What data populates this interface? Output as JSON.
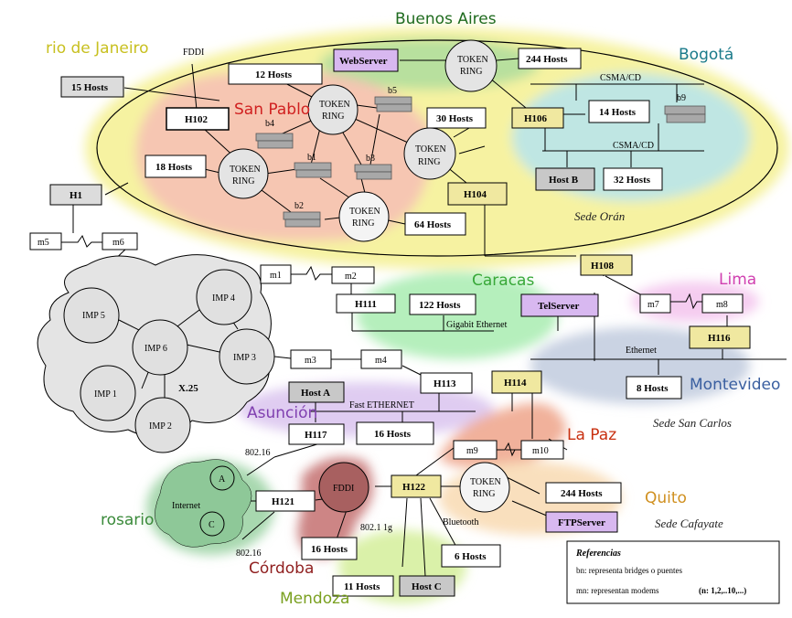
{
  "regions": {
    "buenos_aires": "Buenos Aires",
    "rio": "rio de Janeiro",
    "san_pablo": "San Pablo",
    "bogota": "Bogotá",
    "caracas": "Caracas",
    "lima": "Lima",
    "montevideo": "Montevideo",
    "asuncion": "Asunción",
    "la_paz": "La Paz",
    "quito": "Quito",
    "rosario": "rosario",
    "cordoba": "Córdoba",
    "mendoza": "Mendoza"
  },
  "sedes": {
    "oran": "Sede Orán",
    "san_carlos": "Sede San Carlos",
    "cafayate": "Sede Cafayate"
  },
  "rings": {
    "token_top": "TOKEN RING",
    "token_sp1": "TOKEN RING",
    "token_sp2": "TOKEN RING",
    "token_sp3": "TOKEN RING",
    "token_sp4": "TOKEN RING",
    "token_quito": "TOKEN RING",
    "fddi_cordoba": "FDDI"
  },
  "hosts": {
    "webserver": "WebServer",
    "h244_top": "244 Hosts",
    "h15": "15 Hosts",
    "h12": "12 Hosts",
    "h102": "H102",
    "h30": "30 Hosts",
    "h106": "H106",
    "h14": "14 Hosts",
    "h18": "18 Hosts",
    "hostb": "Host B",
    "h32": "32 Hosts",
    "h104": "H104",
    "h64": "64 Hosts",
    "h1": "H1",
    "h108": "H108",
    "h122_caracas": "122 Hosts",
    "telserver": "TelServer",
    "h111": "H111",
    "h116": "H116",
    "h113": "H113",
    "h114": "H114",
    "h8": "8 Hosts",
    "hosta": "Host A",
    "h117": "H117",
    "h16_fast": "16 Hosts",
    "h121": "H121",
    "h122": "H122",
    "h244_quito": "244 Hosts",
    "ftpserver": "FTPServer",
    "h16_cordoba": "16 Hosts",
    "h6": "6 Hosts",
    "h11": "11 Hosts",
    "hostc": "Host C"
  },
  "modems": {
    "m1": "m1",
    "m2": "m2",
    "m3": "m3",
    "m4": "m4",
    "m5": "m5",
    "m6": "m6",
    "m7": "m7",
    "m8": "m8",
    "m9": "m9",
    "m10": "m10"
  },
  "bridges": {
    "b1": "b1",
    "b2": "b2",
    "b3": "b3",
    "b4": "b4",
    "b5": "b5",
    "b9": "b9"
  },
  "imps": {
    "imp1": "IMP 1",
    "imp2": "IMP 2",
    "imp3": "IMP 3",
    "imp4": "IMP 4",
    "imp5": "IMP 5",
    "imp6": "IMP 6",
    "x25": "X.25"
  },
  "net_labels": {
    "fddi_top": "FDDI",
    "csma1": "CSMA/CD",
    "csma2": "CSMA/CD",
    "gigabit": "Gigabit Ethernet",
    "ethernet": "Ethernet",
    "fast_ethernet": "Fast ETHERNET",
    "wifi1": "802.16",
    "wifi2": "802.16",
    "wifi_g": "802.1 1g",
    "bluetooth": "Bluetooth",
    "internet": "Internet",
    "a": "A",
    "c": "C"
  },
  "legend": {
    "title": "Referencias",
    "line1": "bn: representa bridges o puentes",
    "line2_a": "mn: representan modems",
    "line2_b": "(n: 1,2,..10,...)"
  },
  "colors": {
    "buenos_aires": "#1f6b1f",
    "rio": "#c8c020",
    "san_pablo": "#d02020",
    "bogota": "#1a7a8a",
    "caracas": "#38a838",
    "lima": "#d040b0",
    "montevideo": "#3a5fa0",
    "asuncion": "#8040b0",
    "la_paz": "#c83010",
    "quito": "#d09020",
    "rosario": "#3a8a3a",
    "cordoba": "#902020",
    "mendoza": "#7aa020"
  }
}
